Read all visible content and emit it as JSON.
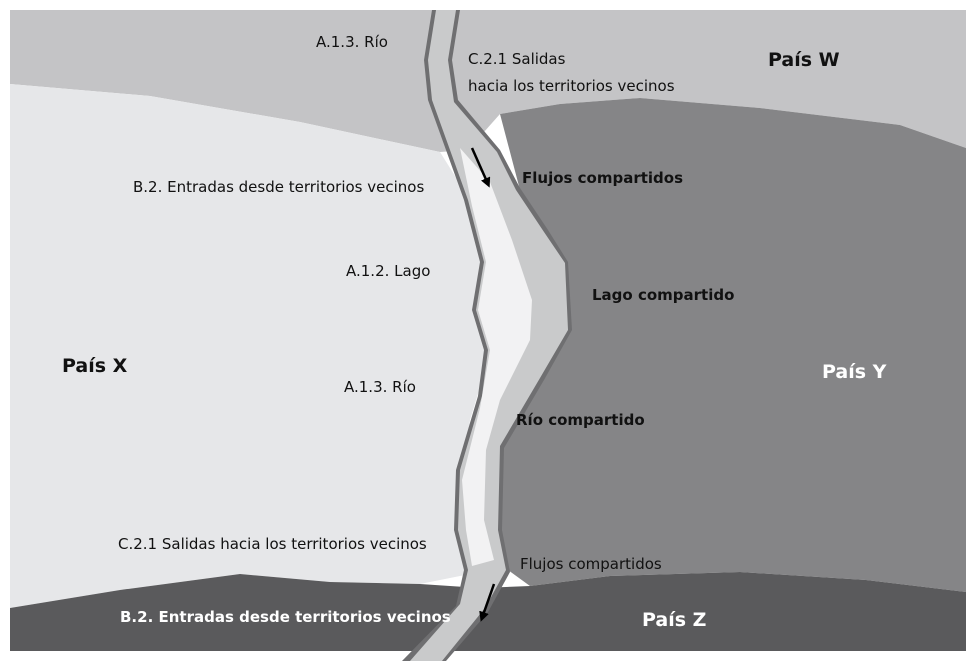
{
  "countries": {
    "w": "País W",
    "x": "País X",
    "y": "País Y",
    "z": "País Z"
  },
  "labels": {
    "rio_top": "A.1.3. Río",
    "salidas_top_line1": "C.2.1 Salidas",
    "salidas_top_line2": "hacia los territorios vecinos",
    "entradas_top": "B.2. Entradas desde territorios vecinos",
    "flujos_top": "Flujos compartidos",
    "lago": "A.1.2. Lago",
    "lago_compartido": "Lago compartido",
    "rio_middle": "A.1.3. Río",
    "rio_compartido": "Río compartido",
    "salidas_bottom": "C.2.1 Salidas hacia los territorios vecinos",
    "flujos_bottom": "Flujos compartidos",
    "entradas_bottom": "B.2. Entradas desde territorios vecinos"
  },
  "colors": {
    "country_w": "#c4c4c6",
    "country_x": "#e6e7e9",
    "country_y": "#858587",
    "country_z": "#5a5a5c",
    "river_outline": "#6f6f71",
    "river_fill": "#c9cacb",
    "lake_light": "#f2f2f3",
    "text_dark": "#111111",
    "text_light": "#ffffff"
  }
}
